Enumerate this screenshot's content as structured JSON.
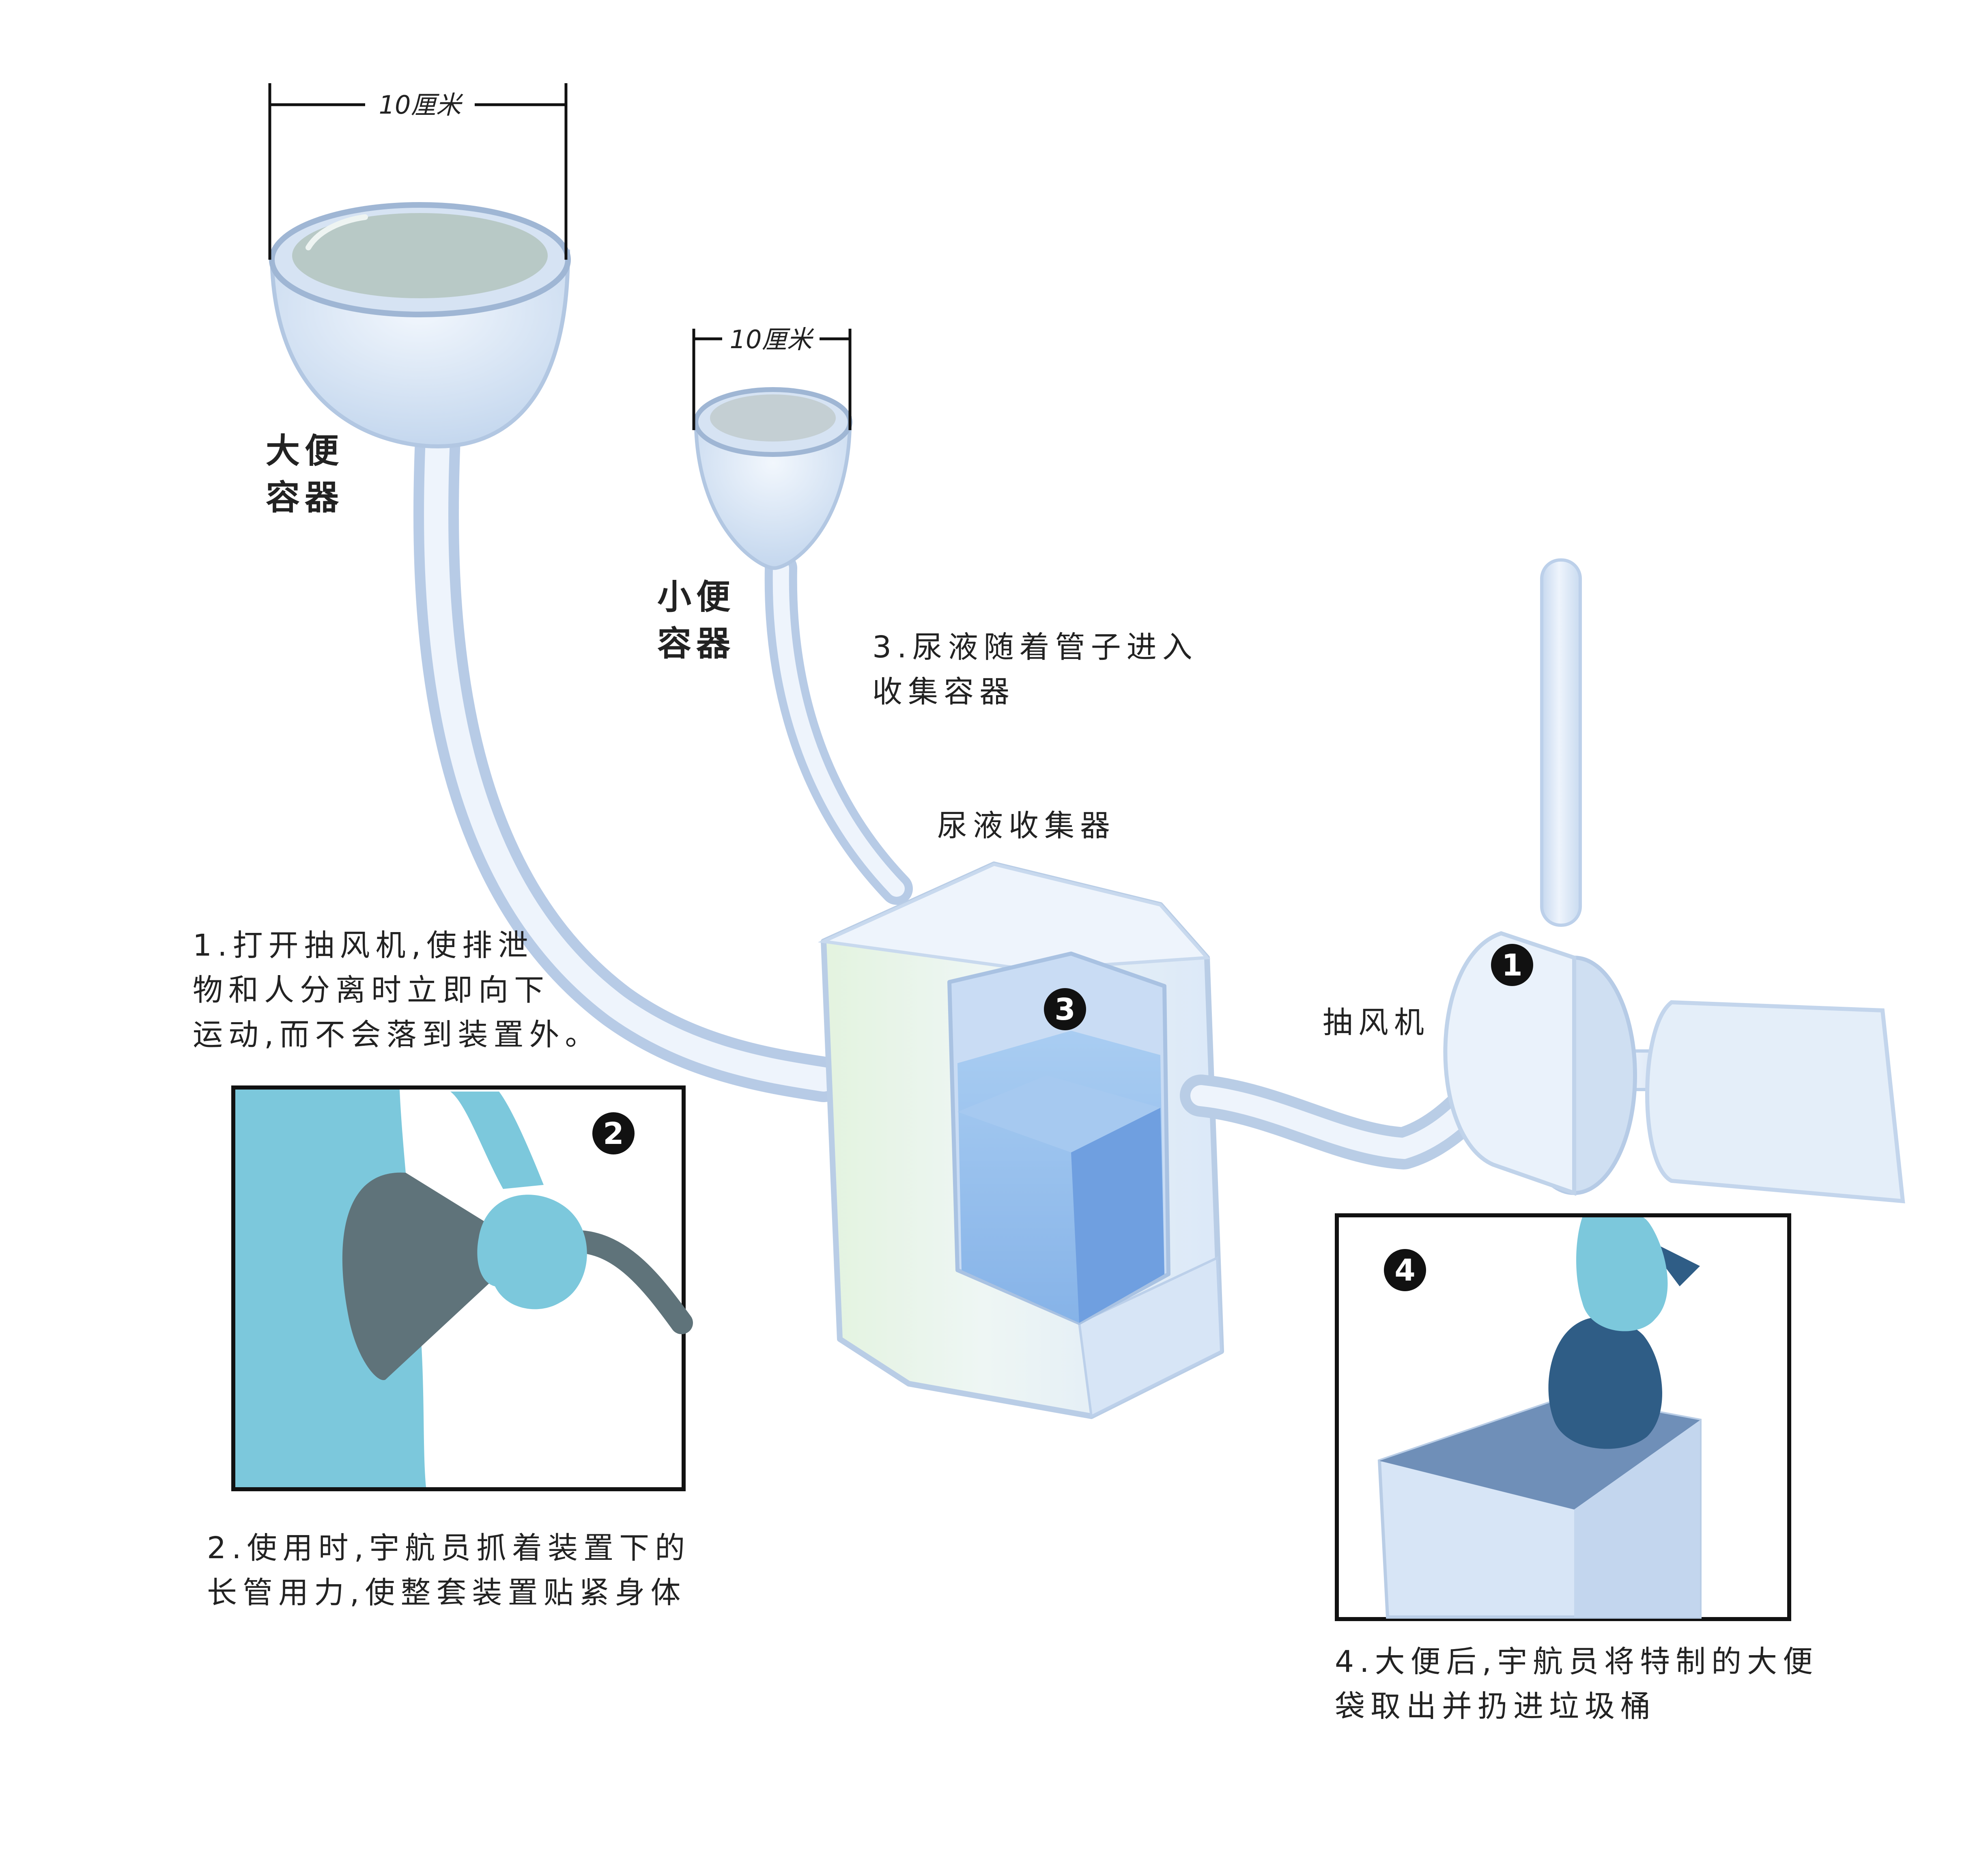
{
  "dimensions": {
    "large_width": "10厘米",
    "small_width": "10厘米"
  },
  "labels": {
    "feces_container": [
      "大便",
      "容器"
    ],
    "urine_container": [
      "小便",
      "容器"
    ],
    "urine_collector": "尿液收集器",
    "fan": "抽风机"
  },
  "steps": [
    {
      "number": "1",
      "text": [
        "1.打开抽风机,使排泄",
        "物和人分离时立即向下",
        "运动,而不会落到装置外。"
      ]
    },
    {
      "number": "2",
      "text": [
        "2.使用时,宇航员抓着装置下的",
        "长管用力,使整套装置贴紧身体"
      ]
    },
    {
      "number": "3",
      "text": [
        "3.尿液随着管子进入",
        "收集容器"
      ]
    },
    {
      "number": "4",
      "text": [
        "4.大便后,宇航员将特制的大便",
        "袋取出并扔进垃圾桶"
      ]
    }
  ],
  "colors": {
    "glass": "#dbe8f8",
    "glass_edge": "#b9cde6",
    "liquid": "#8fb9ea",
    "liquid_dark": "#6a9ee0",
    "teal": "#7cc8dc",
    "funnel_dark": "#5f737a",
    "bag": "#2f5d86",
    "green_tint": "#e3f3df",
    "ink": "#111111"
  }
}
